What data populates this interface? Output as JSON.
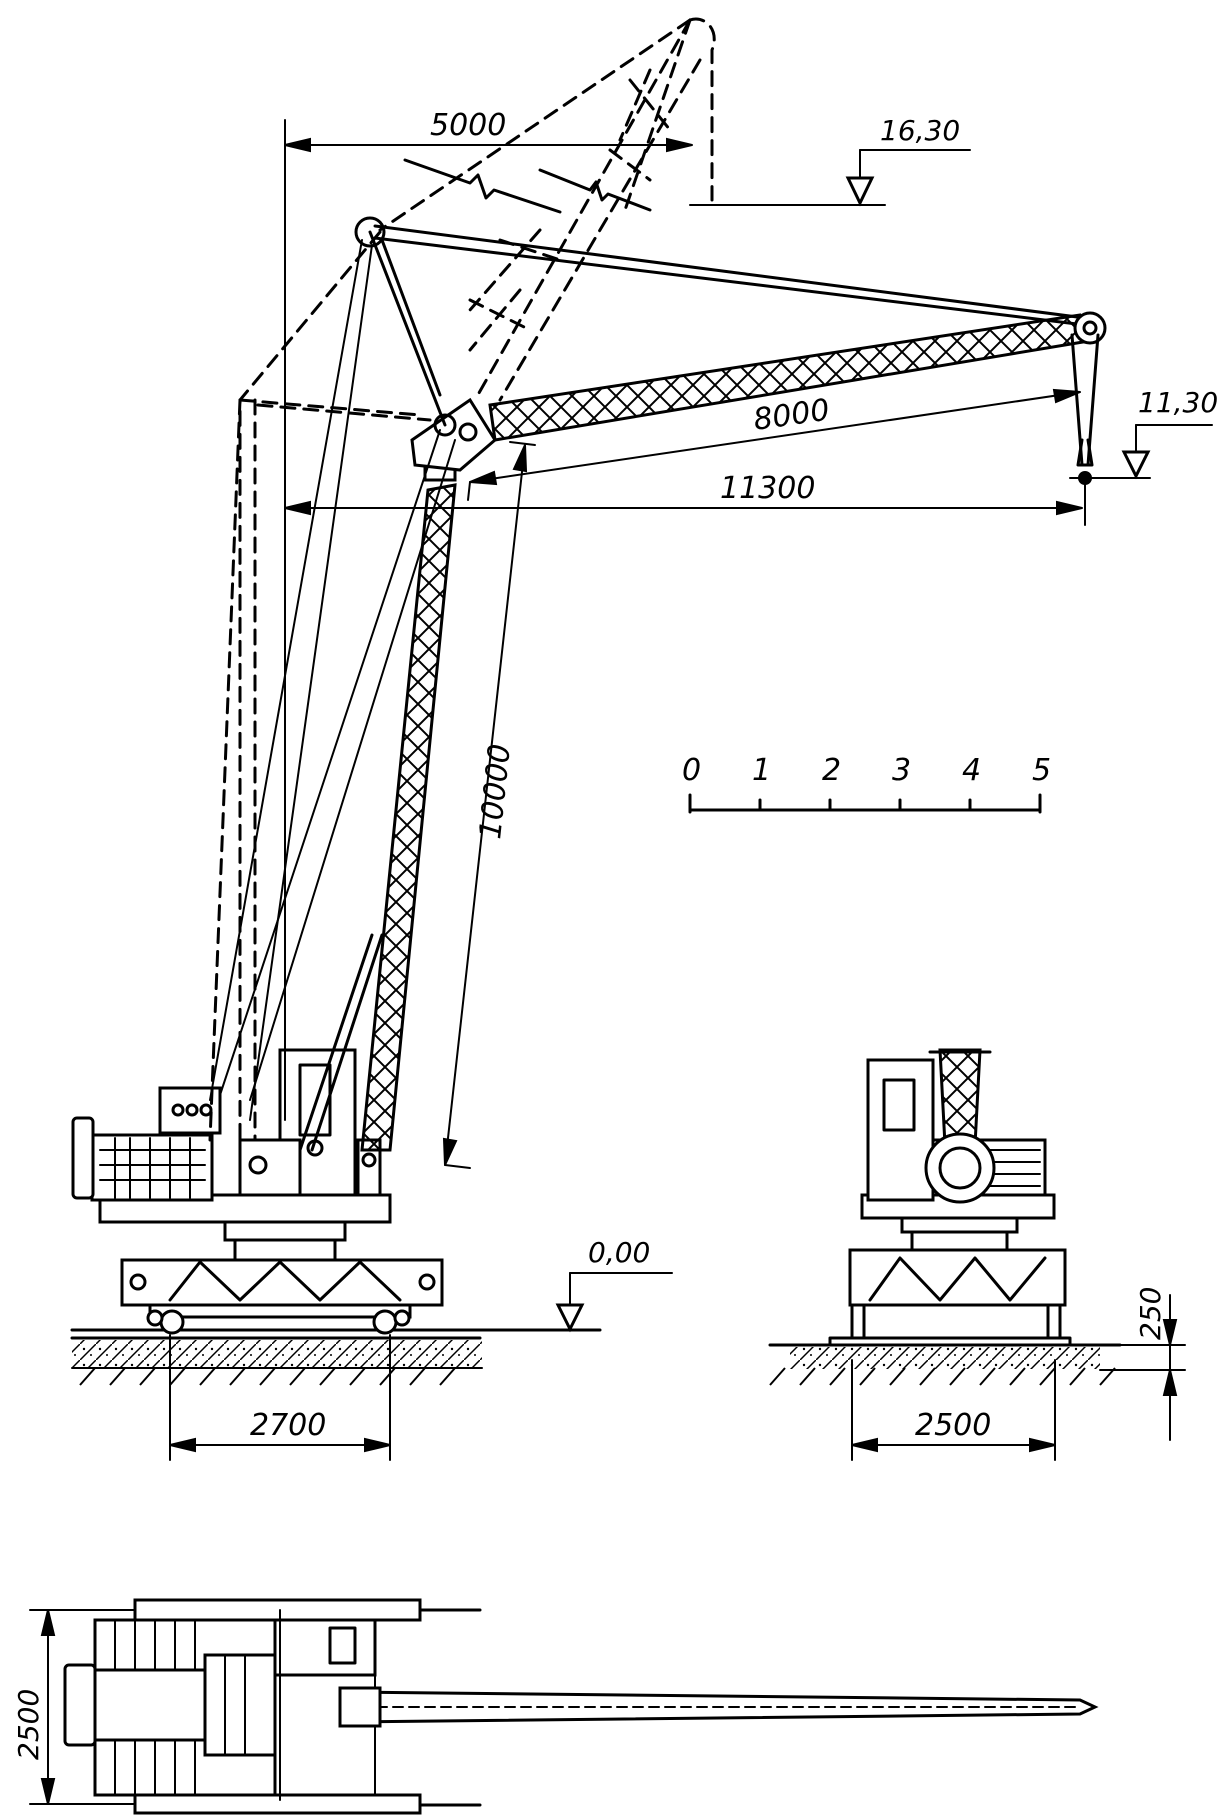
{
  "dimensions": {
    "jib_reach": "5000",
    "jib_length": "8000",
    "max_reach": "11300",
    "tower_height": "10000",
    "track_gauge": "2700",
    "side_gauge": "2500",
    "rail_height": "250",
    "plan_width": "2500"
  },
  "elevations": {
    "top": "16,30",
    "hook": "11,30",
    "ground": "0,00"
  },
  "scale_bar": {
    "ticks": [
      "0",
      "1",
      "2",
      "3",
      "4",
      "5"
    ]
  }
}
